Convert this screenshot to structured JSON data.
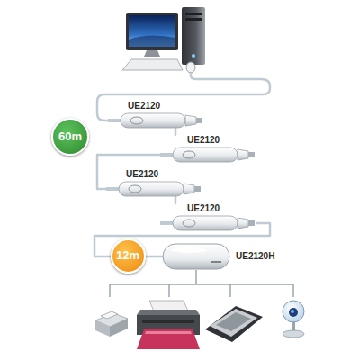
{
  "diagram": {
    "nodes": [
      {
        "text": [
          "UE2120"
        ]
      },
      {
        "text": [
          "60m"
        ]
      },
      {
        "text": [
          "UE2120"
        ]
      },
      {
        "text": [
          "UE2120"
        ]
      },
      {
        "text": [
          "UE2120"
        ]
      },
      {
        "text": [
          "12m"
        ]
      },
      {
        "text": [
          "UE2120H"
        ]
      }
    ],
    "edges": [
      {
        "from": 0,
        "to": 2,
        "arrow": "none"
      },
      {
        "from": 2,
        "to": 3,
        "arrow": "none"
      },
      {
        "from": 3,
        "to": 4,
        "arrow": "none"
      },
      {
        "from": 4,
        "to": 6,
        "arrow": "none"
      }
    ]
  }
}
